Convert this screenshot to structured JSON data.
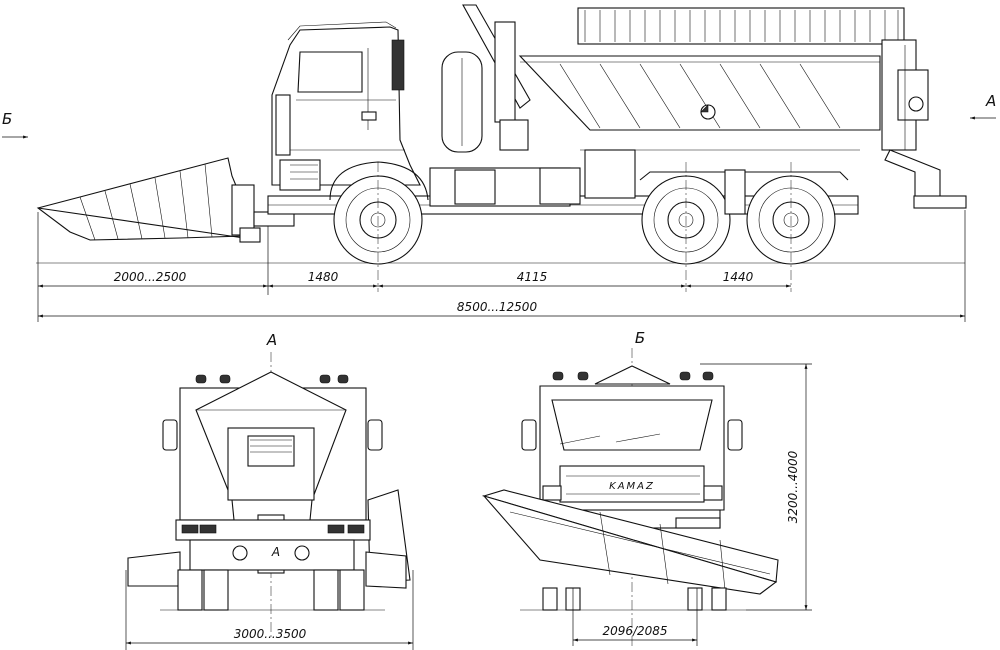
{
  "views": {
    "side": {
      "section_left": "Б",
      "section_right": "А",
      "dims": {
        "blade_overhang": "2000...2500",
        "front_to_axle": "1480",
        "wheelbase": "4115",
        "rear_axles": "1440",
        "overall_length": "8500...12500"
      }
    },
    "rear": {
      "title": "А",
      "center_mark": "А",
      "dims": {
        "width": "3000...3500"
      }
    },
    "front": {
      "title": "Б",
      "brand": "KAMAZ",
      "dims": {
        "track": "2096/2085",
        "height": "3200...4000"
      }
    }
  }
}
